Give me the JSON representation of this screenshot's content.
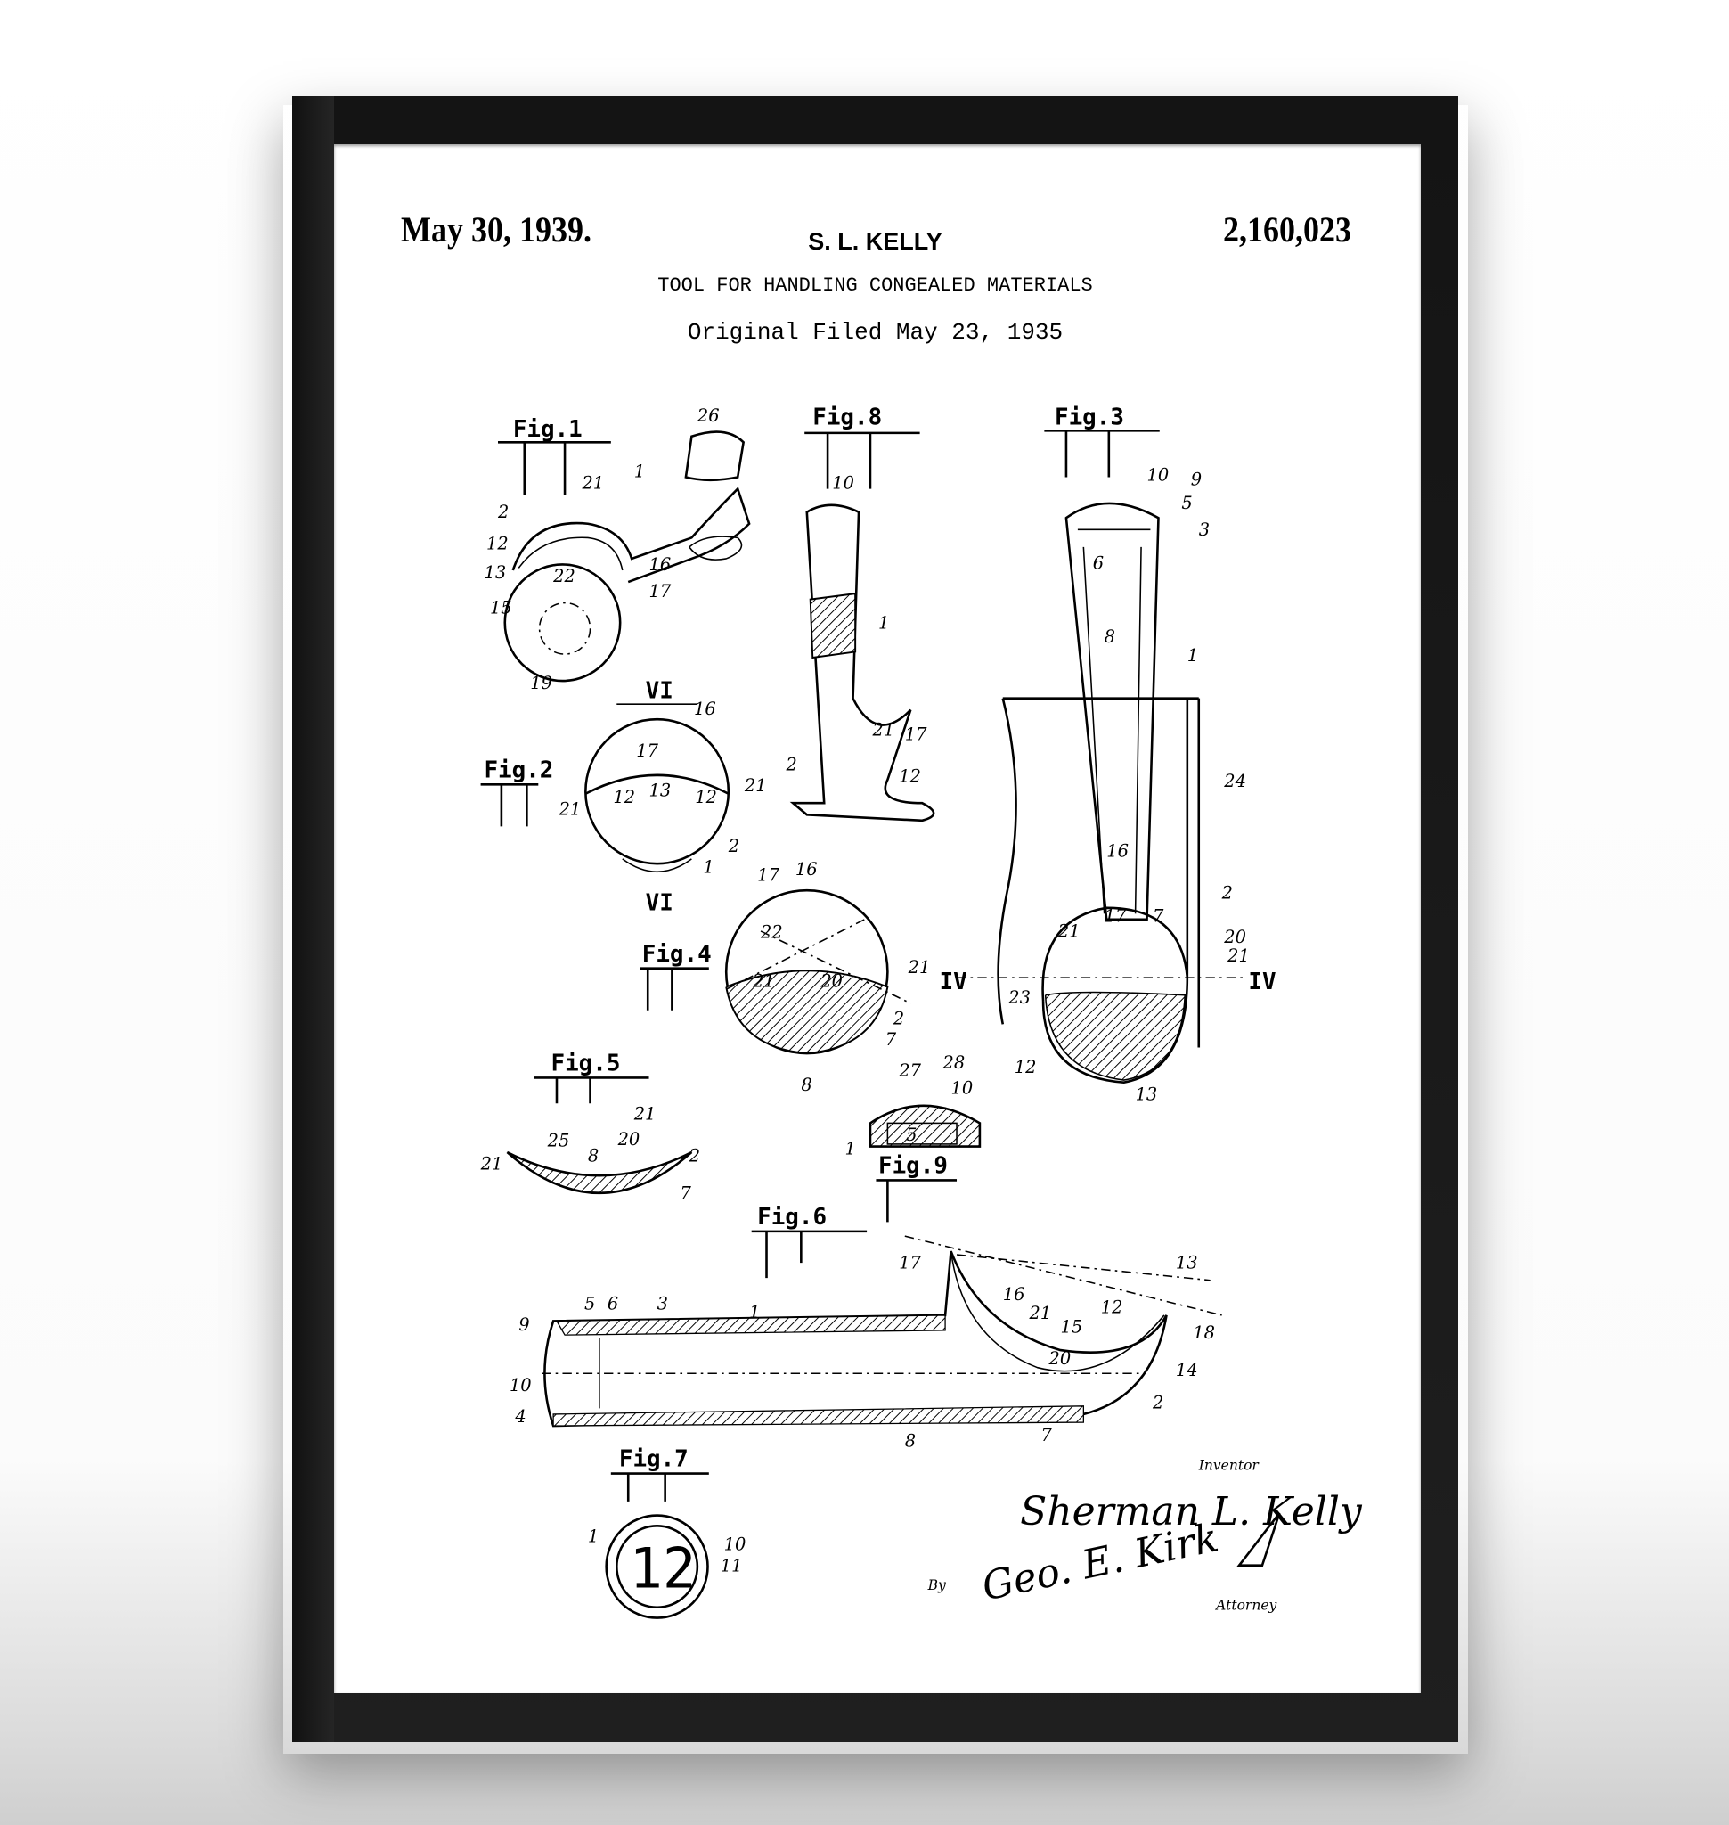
{
  "header": {
    "date": "May 30, 1939.",
    "patent_number": "2,160,023",
    "inventor_name": "S. L. KELLY",
    "title": "TOOL FOR HANDLING CONGEALED MATERIALS",
    "filed": "Original Filed May 23, 1935"
  },
  "figures": {
    "fig1": {
      "label": "Fig.1",
      "numerals": [
        "26",
        "1",
        "21",
        "2",
        "12",
        "13",
        "22",
        "16",
        "17",
        "15",
        "19"
      ]
    },
    "fig8": {
      "label": "Fig.8",
      "numerals": [
        "10",
        "1",
        "21",
        "17",
        "2",
        "12"
      ]
    },
    "fig3": {
      "label": "Fig.3",
      "numerals": [
        "10",
        "9",
        "5",
        "3",
        "6",
        "8",
        "1",
        "24",
        "16",
        "2",
        "17",
        "7",
        "21",
        "20",
        "21",
        "23",
        "12",
        "13",
        "IV",
        "IV"
      ]
    },
    "fig2": {
      "label": "Fig.2",
      "numerals": [
        "VI",
        "16",
        "17",
        "21",
        "12",
        "13",
        "12",
        "21",
        "2",
        "1",
        "VI"
      ]
    },
    "fig4": {
      "label": "Fig.4",
      "numerals": [
        "17",
        "16",
        "22",
        "21",
        "21",
        "20",
        "2",
        "7",
        "8"
      ]
    },
    "fig5": {
      "label": "Fig.5",
      "numerals": [
        "21",
        "25",
        "8",
        "20",
        "21",
        "2",
        "7"
      ]
    },
    "fig9": {
      "label": "Fig.9",
      "numerals": [
        "27",
        "28",
        "10",
        "1",
        "5"
      ]
    },
    "fig6": {
      "label": "Fig.6",
      "numerals": [
        "17",
        "13",
        "5",
        "6",
        "3",
        "1",
        "16",
        "21",
        "15",
        "12",
        "18",
        "9",
        "20",
        "14",
        "10",
        "4",
        "8",
        "7",
        "2"
      ]
    },
    "fig7": {
      "label": "Fig.7",
      "badge": "12",
      "numerals": [
        "1",
        "10",
        "11"
      ]
    }
  },
  "signatures": {
    "inventor_caption": "Inventor",
    "inventor_signature": "Sherman L. Kelly",
    "by": "By",
    "attorney_signature": "Geo. E. Kirk",
    "attorney_caption": "Attorney"
  }
}
